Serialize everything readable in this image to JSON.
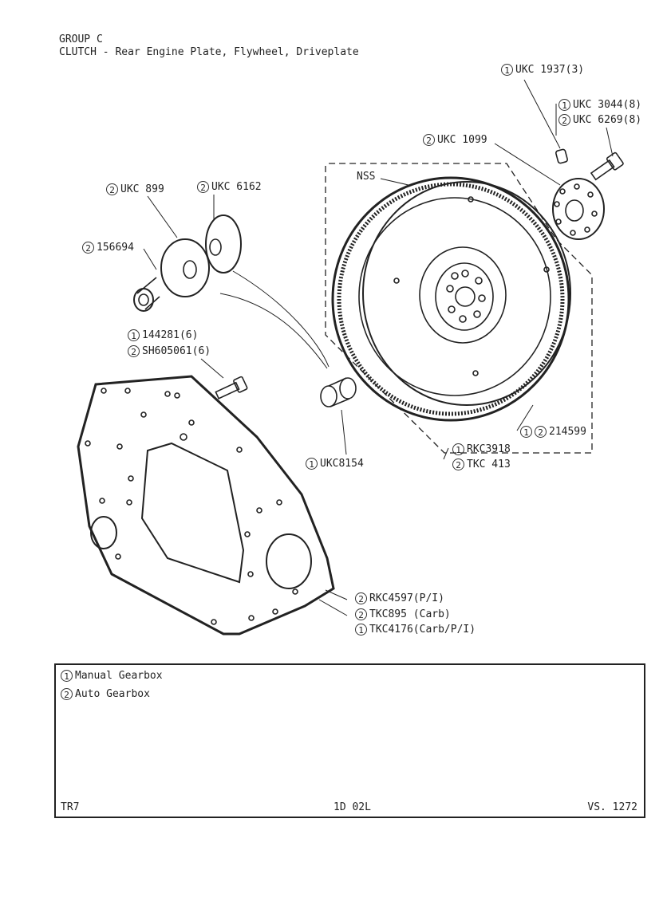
{
  "header": {
    "group": "GROUP C",
    "title": "CLUTCH - Rear Engine Plate, Flywheel, Driveplate"
  },
  "labels": {
    "ukc1937": {
      "n": "1",
      "text": "UKC 1937(3)"
    },
    "ukc3044": {
      "n": "1",
      "text": "UKC 3044(8)"
    },
    "ukc6269": {
      "n": "2",
      "text": "UKC 6269(8)"
    },
    "ukc1099": {
      "n": "2",
      "text": "UKC 1099"
    },
    "nss": "NSS",
    "ukc899": {
      "n": "2",
      "text": "UKC 899"
    },
    "ukc6162": {
      "n": "2",
      "text": "UKC 6162"
    },
    "p156694": {
      "n": "2",
      "text": "156694"
    },
    "p144281": {
      "n": "1",
      "text": "144281(6)"
    },
    "sh605061": {
      "n": "2",
      "text": "SH605061(6)"
    },
    "p214599": {
      "n1": "1",
      "n2": "2",
      "text": "214599"
    },
    "rkc3918": {
      "n": "1",
      "text": "RKC3918"
    },
    "tkc413": {
      "n": "2",
      "text": "TKC 413"
    },
    "ukc8154": {
      "n": "1",
      "text": "UKC8154"
    },
    "rkc4597": {
      "n": "2",
      "text": "RKC4597(P/I)"
    },
    "tkc895": {
      "n": "2",
      "text": "TKC895 (Carb)"
    },
    "tkc4176": {
      "n": "1",
      "text": "TKC4176(Carb/P/I)"
    }
  },
  "legend": {
    "items": [
      {
        "n": "1",
        "text": "Manual Gearbox"
      },
      {
        "n": "2",
        "text": "Auto Gearbox"
      }
    ],
    "footer_left": "TR7",
    "footer_center": "1D 02L",
    "footer_right": "VS. 1272"
  }
}
